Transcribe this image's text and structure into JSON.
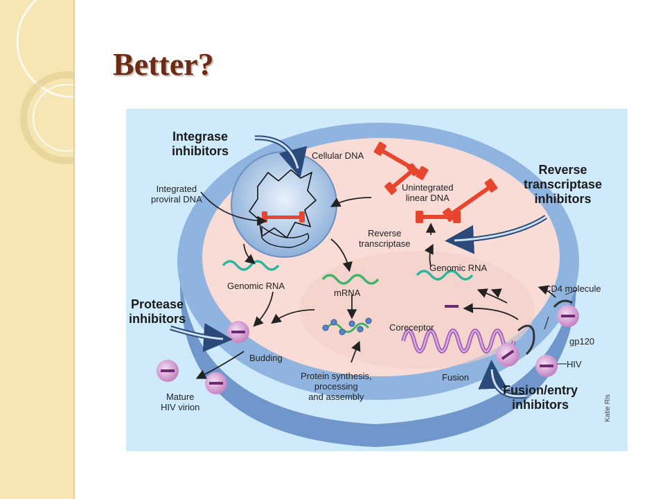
{
  "slide": {
    "title": "Better?"
  },
  "diagram": {
    "drug_classes": {
      "integrase": [
        "Integrase",
        "inhibitors"
      ],
      "reverse_transcriptase": [
        "Reverse",
        "transcriptase",
        "inhibitors"
      ],
      "protease": [
        "Protease",
        "inhibitors"
      ],
      "fusion_entry": [
        "Fusion/entry",
        "inhibitors"
      ]
    },
    "labels": {
      "cellular_dna": "Cellular DNA",
      "integrated_proviral_dna": [
        "Integrated",
        "proviral DNA"
      ],
      "unintegrated_linear_dna": [
        "Unintegrated",
        "linear DNA"
      ],
      "reverse_transcriptase": [
        "Reverse",
        "transcriptase"
      ],
      "genomic_rna_left": "Genomic RNA",
      "mrna": "mRNA",
      "genomic_rna_right": "Genomic RNA",
      "cd4_molecule": "CD4 molecule",
      "gp120": "gp120",
      "hiv": "HIV",
      "coreceptor": "Coreceptor",
      "fusion": "Fusion",
      "budding": "Budding",
      "protein_synthesis": [
        "Protein synthesis,",
        "processing",
        "and assembly"
      ],
      "mature_hiv_virion": [
        "Mature",
        "HIV virion"
      ]
    },
    "credit": "Katie Ris",
    "colors": {
      "background": "#cfeafa",
      "cell_interior": "#f9dcd6",
      "cell_rim": "#7ea8d8",
      "dna_red": "#e8452f",
      "rna_green": "#2fb59c",
      "virion_pink": "#d9a3d6",
      "title_brown": "#6b2b16",
      "sidebar": "#f6e6b4"
    }
  }
}
